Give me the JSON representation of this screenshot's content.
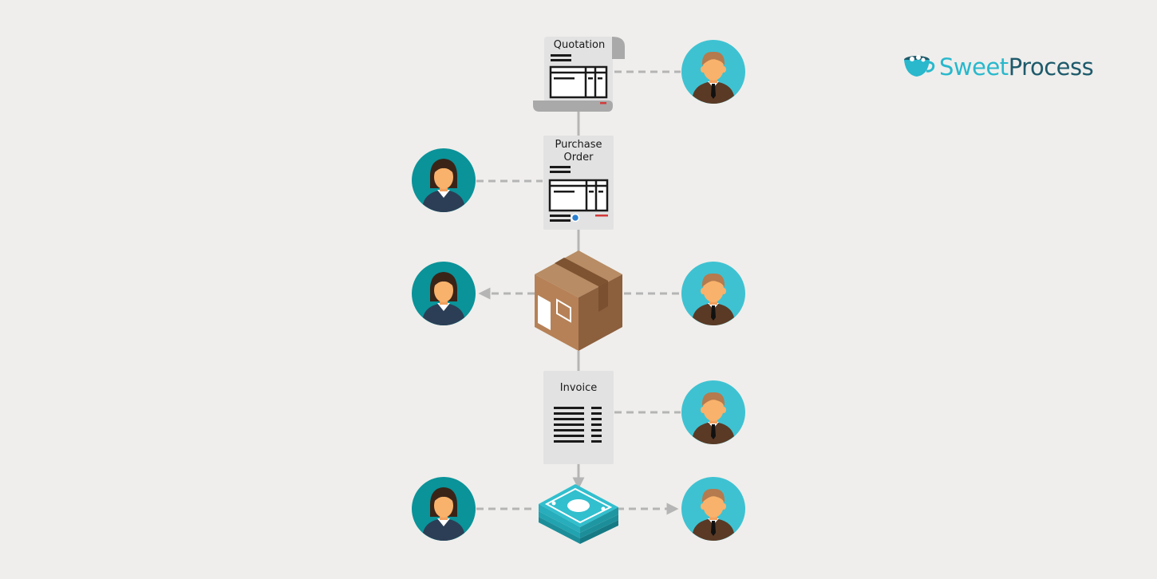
{
  "brand": {
    "part1": "Sweet",
    "part2": "Process"
  },
  "documents": {
    "quotation": "Quotation",
    "purchase_order_line1": "Purchase",
    "purchase_order_line2": "Order",
    "invoice": "Invoice"
  },
  "colors": {
    "background": "#efeeec",
    "connector": "#b5b5b5",
    "customer_circle": "#0a9399",
    "supplier_circle": "#3ec2d2",
    "skin": "#f9b26b",
    "box": "#9b6b46",
    "cash": "#32bfce",
    "brand_light": "#29b8cc",
    "brand_dark": "#1e5a6b"
  },
  "icons": {
    "quotation": "quotation-document-icon",
    "purchase_order": "purchase-order-document-icon",
    "package": "package-box-icon",
    "invoice": "invoice-document-icon",
    "payment": "cash-payment-icon",
    "customer": "customer-avatar-icon",
    "supplier": "supplier-avatar-icon"
  }
}
